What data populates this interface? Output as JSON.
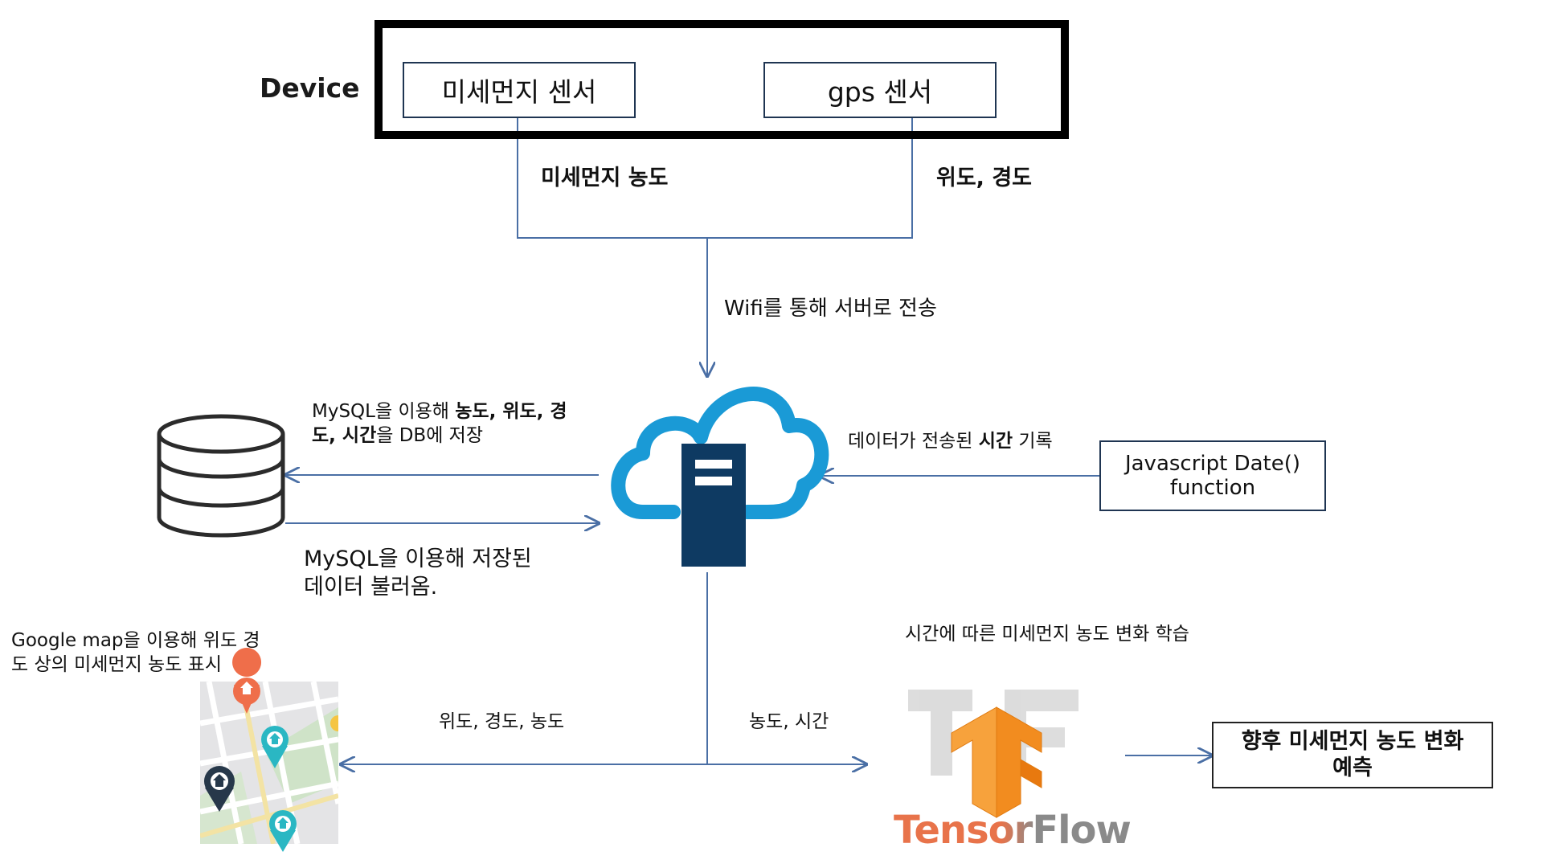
{
  "device": {
    "label": "Device",
    "dust_sensor": "미세먼지 센서",
    "gps_sensor": "gps 센서"
  },
  "signals": {
    "dust": "미세먼지 농도",
    "latlng": "위도, 경도"
  },
  "transfer": "Wifi를 통해 서버로 전송",
  "db_store": {
    "line1_pre": "MySQL을 이용해 ",
    "line1_bold": "농도, 위도, 경",
    "line2_bold_a": "도, 시간",
    "line2_post": "을 DB에 저장"
  },
  "db_load": {
    "line1": "MySQL을 이용해 저장된",
    "line2": "데이터 불러옴."
  },
  "time_record": {
    "pre": "데이터가 전송된 ",
    "bold": "시간",
    "post": " 기록"
  },
  "js_box": {
    "line1": "Javascript Date()",
    "line2": "function"
  },
  "map_caption": {
    "line1": "Google map을 이용해 위도 경",
    "line2": "도 상의 미세먼지 농도 표시"
  },
  "learn_caption": "시간에 따른 미세먼지 농도 변화 학습",
  "to_map": "위도, 경도, 농도",
  "to_tf": "농도, 시간",
  "tensorflow_logo": "TensorFlow",
  "prediction": {
    "line1": "향후 미세먼지 농도 변화",
    "line2": "예측"
  },
  "colors": {
    "line": "#4a6fa5",
    "cloud": "#1a9ad6",
    "server": "#0e3a62",
    "tf_orange": "#f28c1f",
    "tf_text_orange": "#e8734a",
    "tf_text_gray": "#8a8a8a"
  }
}
